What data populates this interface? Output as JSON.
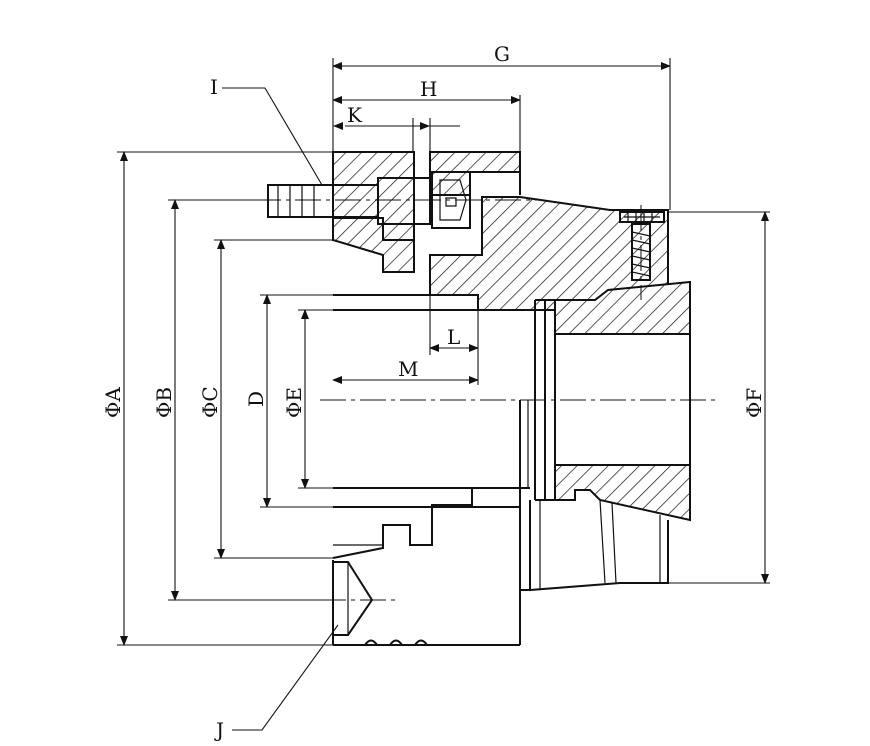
{
  "labels": {
    "G": "G",
    "H": "H",
    "K": "K",
    "I": "I",
    "J": "J",
    "L": "L",
    "M": "M",
    "A": "ΦA",
    "B": "ΦB",
    "C": "ΦC",
    "D": "D",
    "E": "ΦE",
    "F": "ΦF"
  }
}
